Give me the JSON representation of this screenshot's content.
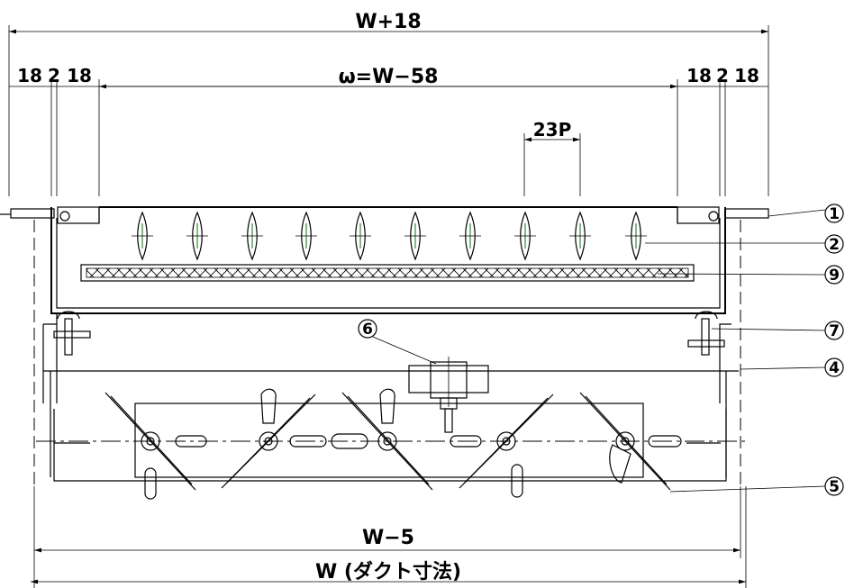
{
  "dimensions": {
    "overall_width": "W+18",
    "left_flange": "18",
    "left_gap": "2",
    "left_inner": "18",
    "inner_width": "ω=W−58",
    "right_inner": "18",
    "right_gap": "2",
    "right_flange": "18",
    "pitch": "23P",
    "lower_width": "W−5",
    "duct_width": "W (ダクト寸法)"
  },
  "callouts": [
    "1",
    "2",
    "9",
    "7",
    "4",
    "5",
    "6"
  ]
}
